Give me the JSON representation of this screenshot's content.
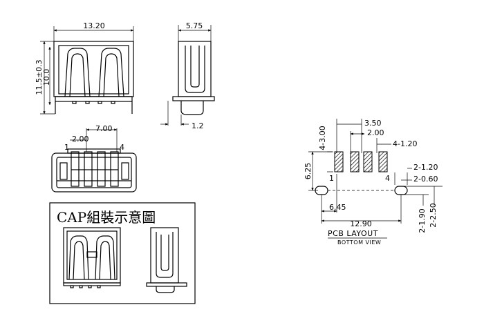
{
  "front_view": {
    "width_label": "13.20",
    "height_outer_label": "11.5±0.3",
    "height_inner_label": "10.0"
  },
  "side_view": {
    "width_label": "5.75",
    "pin_offset_label": "1.2"
  },
  "bottom_view": {
    "pitch_label": "2.00",
    "span_label": "7.00",
    "pin_first": "1",
    "pin_last": "4"
  },
  "cap_box": {
    "title": "CAP組裝示意圖"
  },
  "pcb_layout": {
    "pad_height_label": "4-3.00",
    "outer_pitch_label": "3.50",
    "inner_pitch_label": "2.00",
    "pad_width_label": "4-1.20",
    "row_offset_label": "6.25",
    "slot_width_label": "2-1.20",
    "slot_height_label": "2-0.60",
    "pin_first": "1",
    "pin_last": "4",
    "slot_distance_label": "6.45",
    "total_width_label": "12.90",
    "slot_length_label": "2-1.90",
    "slot_span_label": "2-2.50",
    "title": "PCB LAYOUT",
    "subtitle": "BOTTOM VIEW"
  }
}
